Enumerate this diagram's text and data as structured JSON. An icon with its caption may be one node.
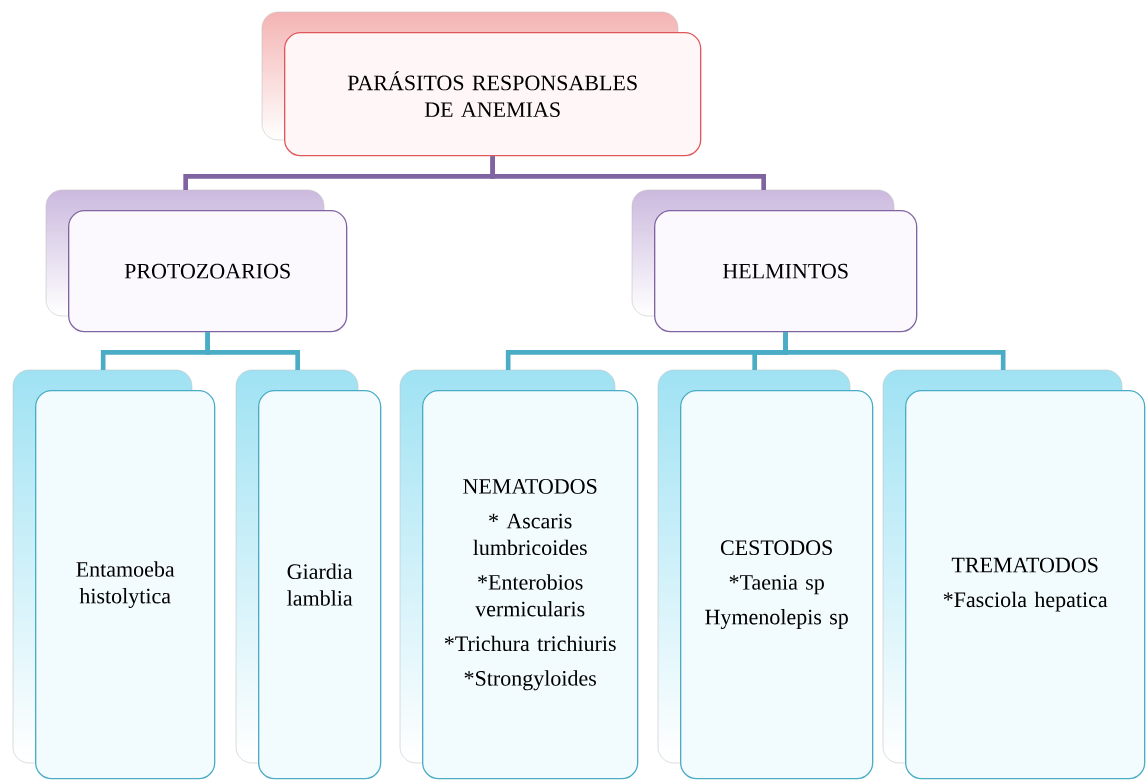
{
  "diagram": {
    "nodes": [
      {
        "text": [
          "PARÁSITOS RESPONSABLES DE ANEMIAS"
        ]
      },
      {
        "text": [
          "PROTOZOARIOS"
        ]
      },
      {
        "text": [
          "HELMINTOS"
        ]
      },
      {
        "text": [
          "Entamoeba histolytica"
        ]
      },
      {
        "text": [
          "Giardia lamblia"
        ]
      },
      {
        "text": [
          "NEMATODOS",
          "* Ascaris lumbricoides",
          "*Enterobios vermicularis",
          "*Trichura trichiuris",
          "*Strongyloides"
        ]
      },
      {
        "text": [
          "CESTODOS",
          "*Taenia sp",
          "Hymenolepis sp"
        ]
      },
      {
        "text": [
          "TREMATODOS",
          "*Fasciola hepatica"
        ]
      }
    ],
    "edges": [
      {
        "from": 0,
        "to": 1,
        "arrow": "none",
        "color": "#8064a2"
      },
      {
        "from": 0,
        "to": 2,
        "arrow": "none",
        "color": "#8064a2"
      },
      {
        "from": 1,
        "to": 3,
        "arrow": "none"
      },
      {
        "from": 1,
        "to": 4,
        "arrow": "none"
      },
      {
        "from": 2,
        "to": 5,
        "arrow": "none"
      },
      {
        "from": 2,
        "to": 6,
        "arrow": "none"
      },
      {
        "from": 2,
        "to": 7,
        "arrow": "none"
      }
    ]
  }
}
